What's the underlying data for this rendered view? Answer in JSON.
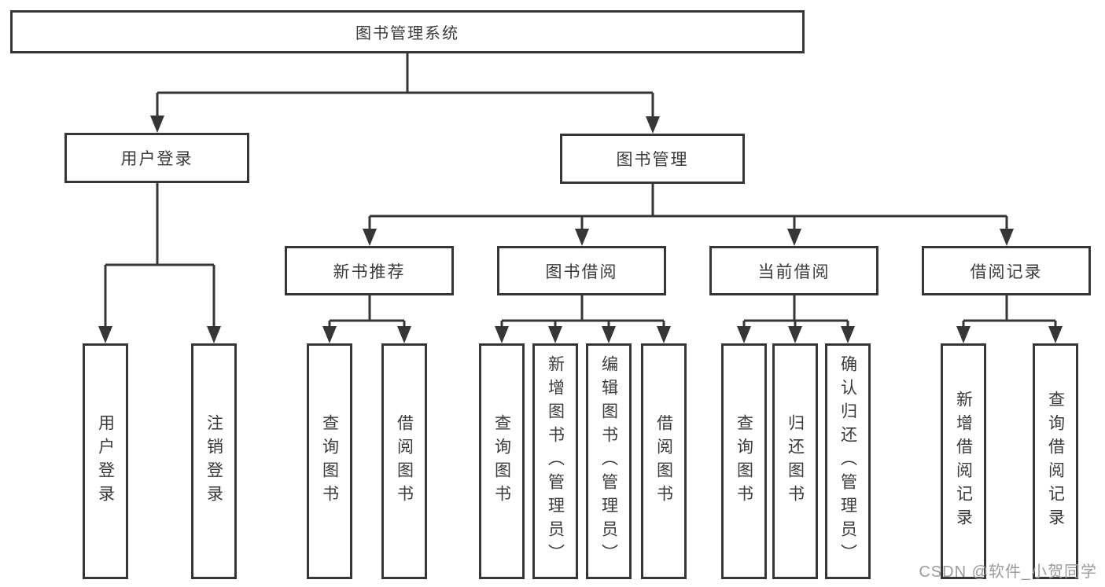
{
  "colors": {
    "line": "#363636",
    "node_border": "#363636",
    "text": "#3a3a3a",
    "node_background": "#ffffff",
    "watermark": "#9b9b9b"
  },
  "tree": {
    "root": {
      "label": "图书管理系统"
    },
    "branches": [
      {
        "label": "用户登录",
        "children": [
          {
            "label": "用户登录"
          },
          {
            "label": "注销登录"
          }
        ]
      },
      {
        "label": "图书管理",
        "children": [
          {
            "label": "新书推荐",
            "children": [
              {
                "label": "查询图书"
              },
              {
                "label": "借阅图书"
              }
            ]
          },
          {
            "label": "图书借阅",
            "children": [
              {
                "label": "查询图书"
              },
              {
                "label": "新增图书（管理员）"
              },
              {
                "label": "编辑图书（管理员）"
              },
              {
                "label": "借阅图书"
              }
            ]
          },
          {
            "label": "当前借阅",
            "children": [
              {
                "label": "查询图书"
              },
              {
                "label": "归还图书"
              },
              {
                "label": "确认归还（管理员）"
              }
            ]
          },
          {
            "label": "借阅记录",
            "children": [
              {
                "label": "新增借阅记录"
              },
              {
                "label": "查询借阅记录"
              }
            ]
          }
        ]
      }
    ]
  },
  "watermark": {
    "text": "CSDN @软件_小贺同学"
  }
}
